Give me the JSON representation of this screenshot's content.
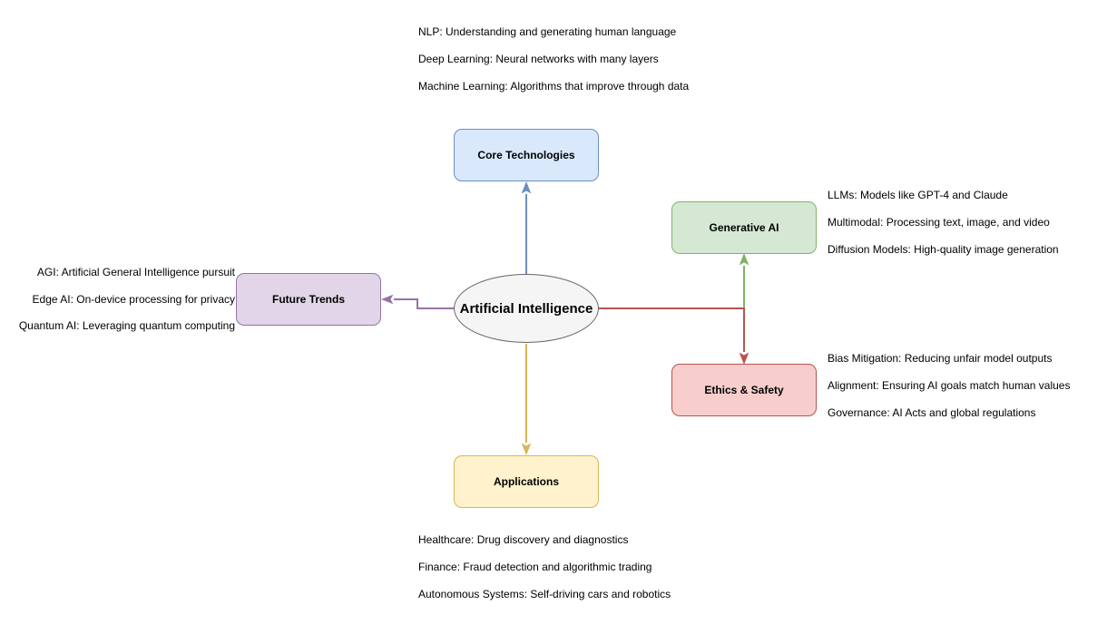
{
  "diagram": {
    "center": {
      "label": "Artificial Intelligence",
      "fill": "#f5f5f5",
      "stroke": "#666666"
    },
    "branches": {
      "core_technologies": {
        "label": "Core Technologies",
        "fill": "#dae8fc",
        "stroke": "#6c8ebf",
        "items": [
          "NLP: Understanding and generating human language",
          "Deep Learning: Neural networks with many layers",
          "Machine Learning: Algorithms that improve through data"
        ]
      },
      "generative_ai": {
        "label": "Generative AI",
        "fill": "#d5e8d4",
        "stroke": "#82b366",
        "items": [
          "LLMs: Models like GPT-4 and Claude",
          "Multimodal: Processing text, image, and video",
          "Diffusion Models: High-quality image generation"
        ]
      },
      "ethics_safety": {
        "label": "Ethics & Safety",
        "fill": "#f8cecc",
        "stroke": "#b85450",
        "items": [
          "Bias Mitigation: Reducing unfair model outputs",
          "Alignment: Ensuring AI goals match human values",
          "Governance: AI Acts and global regulations"
        ]
      },
      "future_trends": {
        "label": "Future Trends",
        "fill": "#e1d5e7",
        "stroke": "#9673a6",
        "items": [
          "AGI: Artificial General Intelligence pursuit",
          "Edge AI: On-device processing for privacy",
          "Quantum AI: Leveraging quantum computing"
        ]
      },
      "applications": {
        "label": "Applications",
        "fill": "#fff2cc",
        "stroke": "#d6b656",
        "items": [
          "Healthcare: Drug discovery and diagnostics",
          "Finance: Fraud detection and algorithmic trading",
          "Autonomous Systems: Self-driving cars and robotics"
        ]
      }
    },
    "background": "#ffffff"
  }
}
